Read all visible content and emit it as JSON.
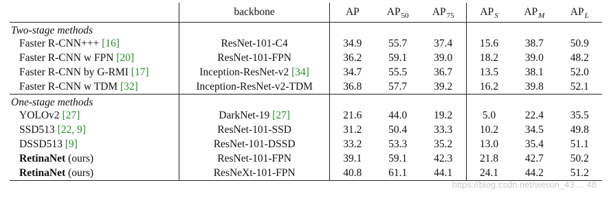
{
  "table": {
    "header": {
      "method": "",
      "backbone": "backbone",
      "ap": "AP",
      "ap50_base": "AP",
      "ap50_sub": "50",
      "ap75_base": "AP",
      "ap75_sub": "75",
      "aps_base": "AP",
      "aps_sub": "S",
      "apm_base": "AP",
      "apm_sub": "M",
      "apl_base": "AP",
      "apl_sub": "L"
    },
    "sections": [
      {
        "title": "Two-stage methods",
        "rows": [
          {
            "name": "Faster R-CNN+++",
            "cite": "[16]",
            "backbone": "ResNet-101-C4",
            "backbone_cite": "",
            "ap": "34.9",
            "ap50": "55.7",
            "ap75": "37.4",
            "aps": "15.6",
            "apm": "38.7",
            "apl": "50.9"
          },
          {
            "name": "Faster R-CNN w FPN",
            "cite": "[20]",
            "backbone": "ResNet-101-FPN",
            "backbone_cite": "",
            "ap": "36.2",
            "ap50": "59.1",
            "ap75": "39.0",
            "aps": "18.2",
            "apm": "39.0",
            "apl": "48.2"
          },
          {
            "name": "Faster R-CNN by G-RMI",
            "cite": "[17]",
            "backbone": "Inception-ResNet-v2",
            "backbone_cite": "[34]",
            "ap": "34.7",
            "ap50": "55.5",
            "ap75": "36.7",
            "aps": "13.5",
            "apm": "38.1",
            "apl": "52.0"
          },
          {
            "name": "Faster R-CNN w TDM",
            "cite": "[32]",
            "backbone": "Inception-ResNet-v2-TDM",
            "backbone_cite": "",
            "ap": "36.8",
            "ap50": "57.7",
            "ap75": "39.2",
            "aps": "16.2",
            "apm": "39.8",
            "apl": "52.1"
          }
        ]
      },
      {
        "title": "One-stage methods",
        "rows": [
          {
            "name": "YOLOv2",
            "cite": "[27]",
            "backbone": "DarkNet-19",
            "backbone_cite": "[27]",
            "ap": "21.6",
            "ap50": "44.0",
            "ap75": "19.2",
            "aps": "5.0",
            "apm": "22.4",
            "apl": "35.5"
          },
          {
            "name": "SSD513",
            "cite": "[22, 9]",
            "backbone": "ResNet-101-SSD",
            "backbone_cite": "",
            "ap": "31.2",
            "ap50": "50.4",
            "ap75": "33.3",
            "aps": "10.2",
            "apm": "34.5",
            "apl": "49.8"
          },
          {
            "name": "DSSD513",
            "cite": "[9]",
            "backbone": "ResNet-101-DSSD",
            "backbone_cite": "",
            "ap": "33.2",
            "ap50": "53.3",
            "ap75": "35.2",
            "aps": "13.0",
            "apm": "35.4",
            "apl": "51.1"
          },
          {
            "name": "RetinaNet",
            "cite": "(ours)",
            "backbone": "ResNet-101-FPN",
            "backbone_cite": "",
            "ap": "39.1",
            "ap50": "59.1",
            "ap75": "42.3",
            "aps": "21.8",
            "apm": "42.7",
            "apl": "50.2"
          },
          {
            "name": "RetinaNet",
            "cite": "(ours)",
            "backbone": "ResNeXt-101-FPN",
            "backbone_cite": "",
            "ap": "40.8",
            "ap50": "61.1",
            "ap75": "44.1",
            "aps": "24.1",
            "apm": "44.2",
            "apl": "51.2"
          }
        ]
      }
    ]
  },
  "watermark": "https://blog.csdn.net/weixin_43 ... 48"
}
